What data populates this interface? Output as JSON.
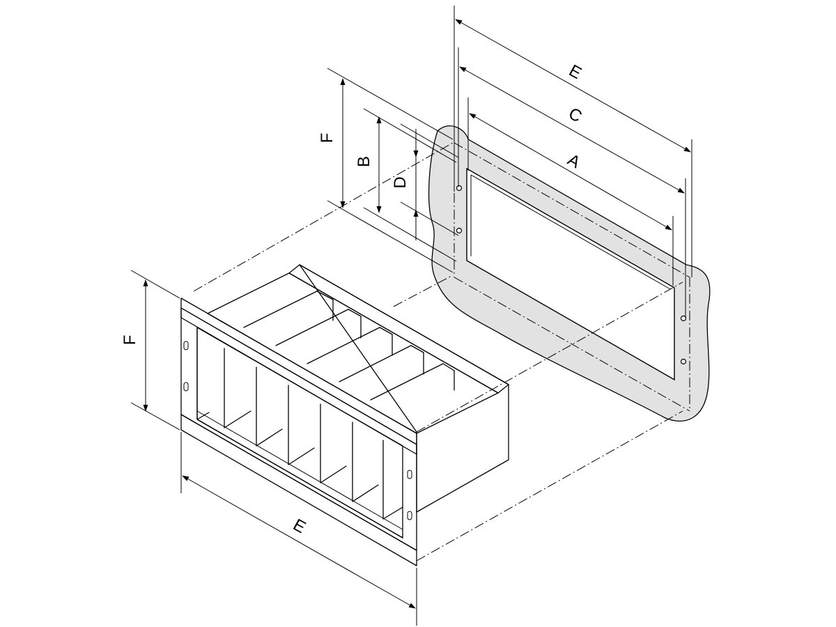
{
  "dimension_labels": {
    "A": "A",
    "B": "B",
    "C": "C",
    "D": "D",
    "E_panel": "E",
    "E_rack": "E",
    "F_panel": "F",
    "F_rack": "F"
  },
  "colors": {
    "line": "#000000",
    "panel_fill": "#e2e2e2",
    "rail_fill": "#c8c8c8",
    "background": "#ffffff"
  },
  "parts": [
    "panel-cutout",
    "subrack",
    "dimension-lines"
  ]
}
